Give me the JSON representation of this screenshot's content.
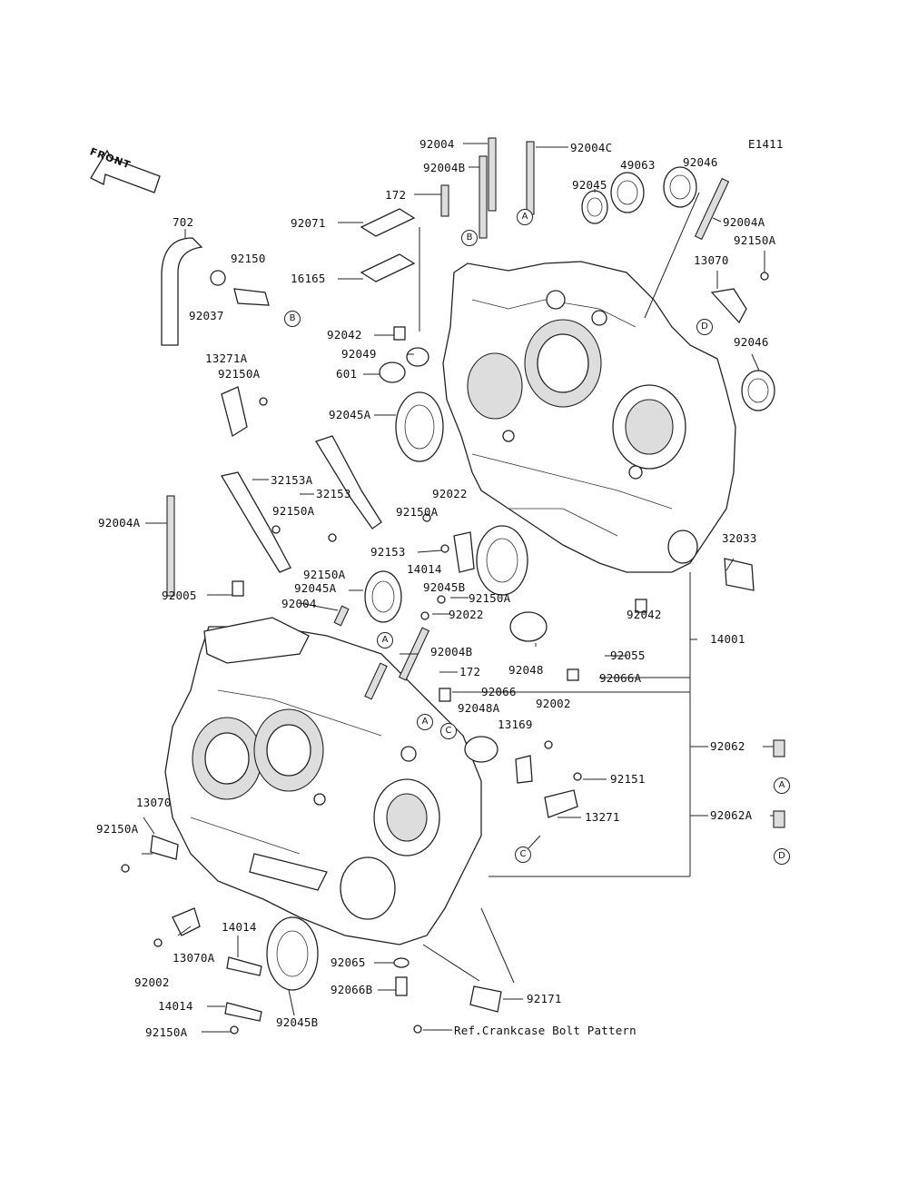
{
  "figure_code": "E1411",
  "front_marker": "FRONT",
  "callouts": {
    "a": "A",
    "b": "B",
    "c": "C",
    "d": "D"
  },
  "labels": [
    {
      "id": "92004_top",
      "text": "92004"
    },
    {
      "id": "92004c",
      "text": "92004C"
    },
    {
      "id": "92004b_top",
      "text": "92004B"
    },
    {
      "id": "49063",
      "text": "49063"
    },
    {
      "id": "92046_top",
      "text": "92046"
    },
    {
      "id": "172_top",
      "text": "172"
    },
    {
      "id": "92045_top",
      "text": "92045"
    },
    {
      "id": "702",
      "text": "702"
    },
    {
      "id": "92004a_right",
      "text": "92004A"
    },
    {
      "id": "92150a_right",
      "text": "92150A"
    },
    {
      "id": "92071",
      "text": "92071"
    },
    {
      "id": "92150",
      "text": "92150"
    },
    {
      "id": "16165",
      "text": "16165"
    },
    {
      "id": "13070_right",
      "text": "13070"
    },
    {
      "id": "92037",
      "text": "92037"
    },
    {
      "id": "92042_top",
      "text": "92042"
    },
    {
      "id": "92046_mid",
      "text": "92046"
    },
    {
      "id": "92049",
      "text": "92049"
    },
    {
      "id": "601",
      "text": "601"
    },
    {
      "id": "13271a",
      "text": "13271A"
    },
    {
      "id": "92150a_left",
      "text": "92150A"
    },
    {
      "id": "92045a_top",
      "text": "92045A"
    },
    {
      "id": "32153a",
      "text": "32153A"
    },
    {
      "id": "32153",
      "text": "32153"
    },
    {
      "id": "92022_top",
      "text": "92022"
    },
    {
      "id": "92150a_mid",
      "text": "92150A"
    },
    {
      "id": "92150a_mid2",
      "text": "92150A"
    },
    {
      "id": "92004a_left",
      "text": "92004A"
    },
    {
      "id": "92153",
      "text": "92153"
    },
    {
      "id": "32033",
      "text": "32033"
    },
    {
      "id": "14014_mid",
      "text": "14014"
    },
    {
      "id": "92150a_mid3",
      "text": "92150A"
    },
    {
      "id": "92045b_mid",
      "text": "92045B"
    },
    {
      "id": "92005",
      "text": "92005"
    },
    {
      "id": "92045a_mid",
      "text": "92045A"
    },
    {
      "id": "92150a_mid4",
      "text": "92150A"
    },
    {
      "id": "92004_mid",
      "text": "92004"
    },
    {
      "id": "92022_mid",
      "text": "92022"
    },
    {
      "id": "92042_mid",
      "text": "92042"
    },
    {
      "id": "14001",
      "text": "14001"
    },
    {
      "id": "92004b_mid",
      "text": "92004B"
    },
    {
      "id": "92055",
      "text": "92055"
    },
    {
      "id": "172_mid",
      "text": "172"
    },
    {
      "id": "92048",
      "text": "92048"
    },
    {
      "id": "92066a",
      "text": "92066A"
    },
    {
      "id": "92066",
      "text": "92066"
    },
    {
      "id": "92048a",
      "text": "92048A"
    },
    {
      "id": "92002_mid",
      "text": "92002"
    },
    {
      "id": "13169",
      "text": "13169"
    },
    {
      "id": "92062",
      "text": "92062"
    },
    {
      "id": "92151",
      "text": "92151"
    },
    {
      "id": "13070_left",
      "text": "13070"
    },
    {
      "id": "13271",
      "text": "13271"
    },
    {
      "id": "92062a",
      "text": "92062A"
    },
    {
      "id": "92150a_low",
      "text": "92150A"
    },
    {
      "id": "14014_low",
      "text": "14014"
    },
    {
      "id": "92065",
      "text": "92065"
    },
    {
      "id": "92002_low",
      "text": "92002"
    },
    {
      "id": "13070a",
      "text": "13070A"
    },
    {
      "id": "92066b",
      "text": "92066B"
    },
    {
      "id": "92171",
      "text": "92171"
    },
    {
      "id": "14014_bottom",
      "text": "14014"
    },
    {
      "id": "92045b_low",
      "text": "92045B"
    },
    {
      "id": "92150a_bottom",
      "text": "92150A"
    },
    {
      "id": "bolt_pattern",
      "text": "Ref.Crankcase Bolt Pattern"
    }
  ]
}
